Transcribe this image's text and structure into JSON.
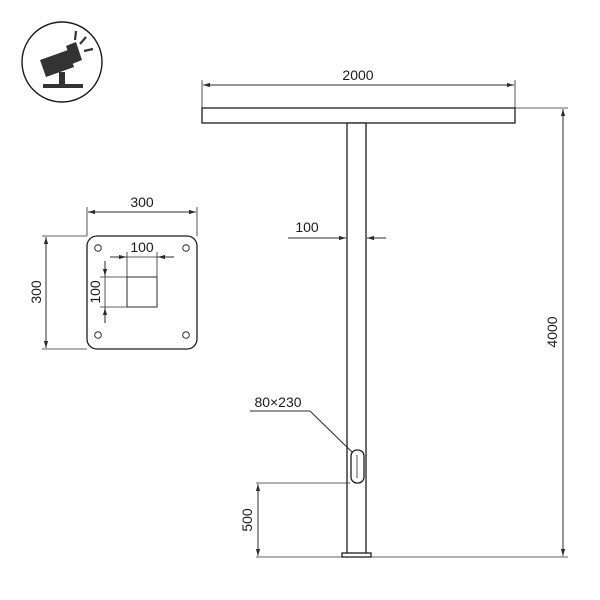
{
  "icon": {
    "name": "spotlight-mount-icon"
  },
  "base_plate": {
    "width_label": "300",
    "height_label": "300",
    "hole_width_label": "100",
    "hole_height_label": "100"
  },
  "pole": {
    "arm_length_label": "2000",
    "pole_diameter_label": "100",
    "height_label": "4000",
    "hatch_label": "80×230",
    "hatch_height_label": "500"
  }
}
